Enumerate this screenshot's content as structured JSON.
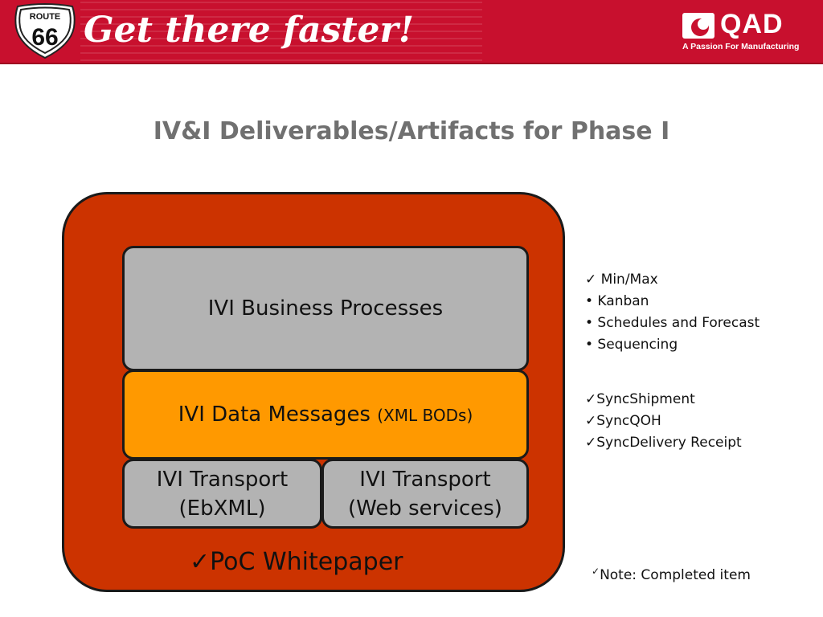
{
  "header": {
    "route_top": "ROUTE",
    "route_number": "66",
    "tagline": "Get there faster!",
    "logo_text": "QAD",
    "logo_subtitle": "A Passion For Manufacturing",
    "colors": {
      "banner": "#c8102e"
    }
  },
  "slide": {
    "title": "IV&I Deliverables/Artifacts for Phase I"
  },
  "diagram": {
    "business_processes": "IVI Business Processes",
    "data_messages": "IVI Data Messages",
    "data_messages_suffix": "(XML BODs)",
    "transport_left_line1": "IVI Transport",
    "transport_left_line2": "(EbXML)",
    "transport_right_line1": "IVI Transport",
    "transport_right_line2": "(Web services)",
    "poc": "✓PoC Whitepaper",
    "colors": {
      "outer": "#cc3300",
      "gray_box": "#b3b3b3",
      "orange_box": "#ff9900"
    }
  },
  "lists": {
    "processes": [
      "✓ Min/Max",
      "• Kanban",
      "• Schedules and Forecast",
      "• Sequencing"
    ],
    "messages": [
      "✓SyncShipment",
      "✓SyncQOH",
      "✓SyncDelivery Receipt"
    ]
  },
  "note": {
    "check": "✓",
    "text": "Note:  Completed item"
  }
}
